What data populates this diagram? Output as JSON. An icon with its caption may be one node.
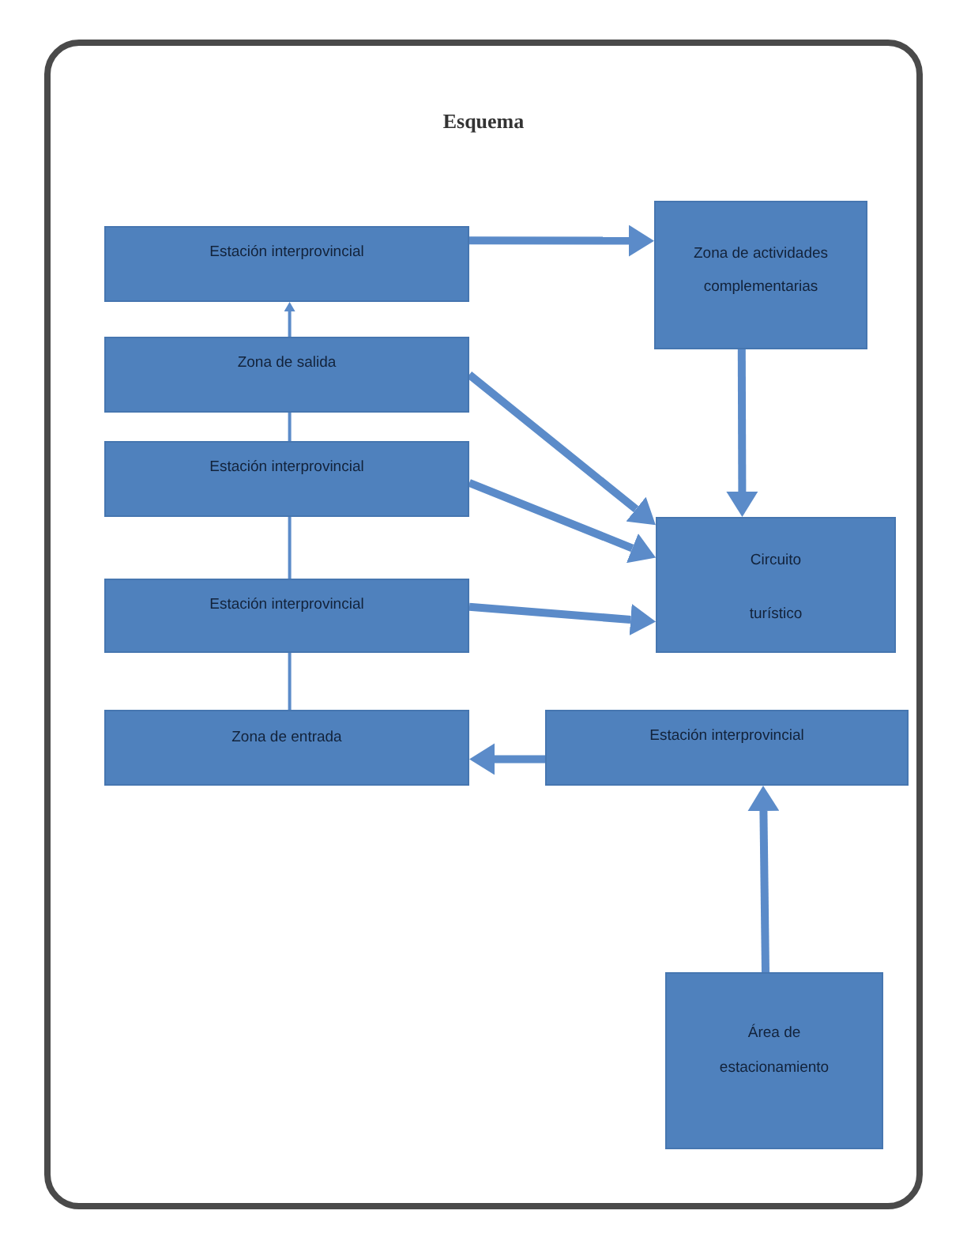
{
  "diagram": {
    "title": "Esquema",
    "nodes": [
      {
        "text": [
          "Estación interprovincial"
        ]
      },
      {
        "text": [
          "Zona de salida"
        ]
      },
      {
        "text": [
          "Estación interprovincial"
        ]
      },
      {
        "text": [
          "Estación interprovincial"
        ]
      },
      {
        "text": [
          "Zona de entrada"
        ]
      },
      {
        "text": [
          "Zona de actividades complementarias"
        ]
      },
      {
        "text": [
          "Circuito",
          "turístico"
        ]
      },
      {
        "text": [
          "Estación interprovincial"
        ]
      },
      {
        "text": [
          "Área de estacionamiento"
        ]
      }
    ],
    "edges": [
      {
        "from": 0,
        "to": 5,
        "arrow": "to"
      },
      {
        "from": 1,
        "to": 0,
        "arrow": "to"
      },
      {
        "from": 1,
        "to": 2,
        "arrow": "none"
      },
      {
        "from": 2,
        "to": 3,
        "arrow": "none"
      },
      {
        "from": 3,
        "to": 4,
        "arrow": "none"
      },
      {
        "from": 1,
        "to": 6,
        "arrow": "to"
      },
      {
        "from": 2,
        "to": 6,
        "arrow": "to"
      },
      {
        "from": 3,
        "to": 6,
        "arrow": "to"
      },
      {
        "from": 5,
        "to": 6,
        "arrow": "to"
      },
      {
        "from": 7,
        "to": 4,
        "arrow": "to"
      },
      {
        "from": 8,
        "to": 7,
        "arrow": "to"
      }
    ]
  }
}
